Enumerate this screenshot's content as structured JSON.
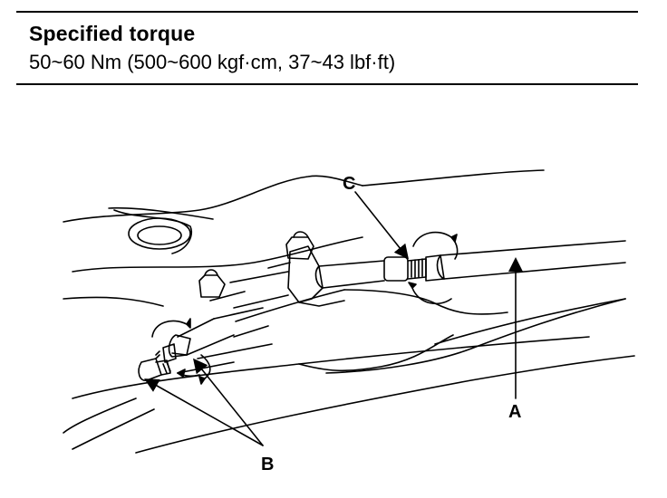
{
  "spec": {
    "title": "Specified torque",
    "value": "50~60 Nm (500~600 kgf·cm, 37~43 lbf·ft)"
  },
  "labels": {
    "a": "A",
    "b": "B",
    "c": "C"
  },
  "colors": {
    "ink": "#000000",
    "paper": "#ffffff"
  }
}
